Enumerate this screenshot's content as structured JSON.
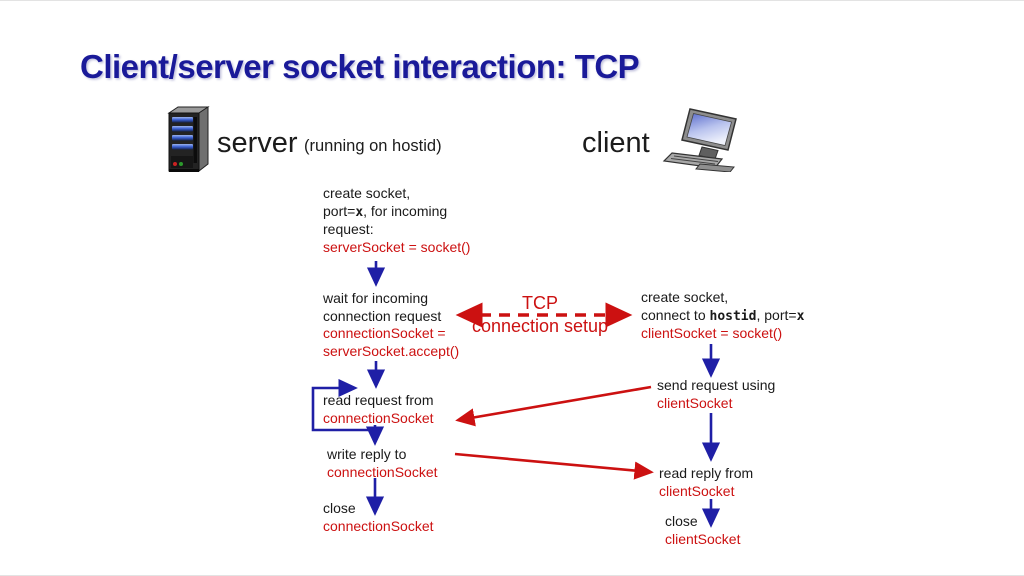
{
  "title": "Client/server socket interaction: TCP",
  "colors": {
    "title_navy": "#1a1a99",
    "code_red": "#cc1111",
    "arrow_blue": "#1f1fa6",
    "text_black": "#1a1a1a"
  },
  "icons": {
    "server": "server-tower-icon",
    "client": "desktop-computer-icon"
  },
  "server": {
    "label": "server",
    "sublabel": "(running on hostid)",
    "create": {
      "l1": "create socket,",
      "l2a": "port=",
      "l2b": "x",
      "l2c": ", for incoming",
      "l3": "request:",
      "code1": "serverSocket = socket()"
    },
    "wait": {
      "l1": "wait for incoming",
      "l2": "connection request",
      "code1": "connectionSocket =",
      "code2": "serverSocket.accept()"
    },
    "read": {
      "l1": "read request from",
      "code1": "connectionSocket"
    },
    "write": {
      "l1": "write reply to",
      "code1": "connectionSocket"
    },
    "close": {
      "l1": "close",
      "code1": "connectionSocket"
    }
  },
  "client": {
    "label": "client",
    "create": {
      "l1": "create socket,",
      "l2a": "connect to ",
      "l2b": "hostid",
      "l2c": ", port=",
      "l2d": "x",
      "code1": "clientSocket = socket()"
    },
    "send": {
      "l1": "send request using",
      "code1": "clientSocket"
    },
    "read": {
      "l1": "read reply from",
      "code1": "clientSocket"
    },
    "close": {
      "l1": "close",
      "code1": "clientSocket"
    }
  },
  "center": {
    "l1": "TCP",
    "l2": "connection setup"
  }
}
